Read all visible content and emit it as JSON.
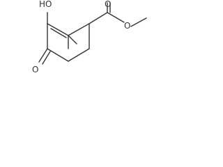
{
  "molecule": {
    "atom_labels": {
      "hydroxyl": "HO",
      "ester_carbonyl_o": "O",
      "ester_o": "O",
      "ketone_o": "O"
    },
    "bond_color": "#333333",
    "text_color": "#333333",
    "background": "#ffffff"
  }
}
